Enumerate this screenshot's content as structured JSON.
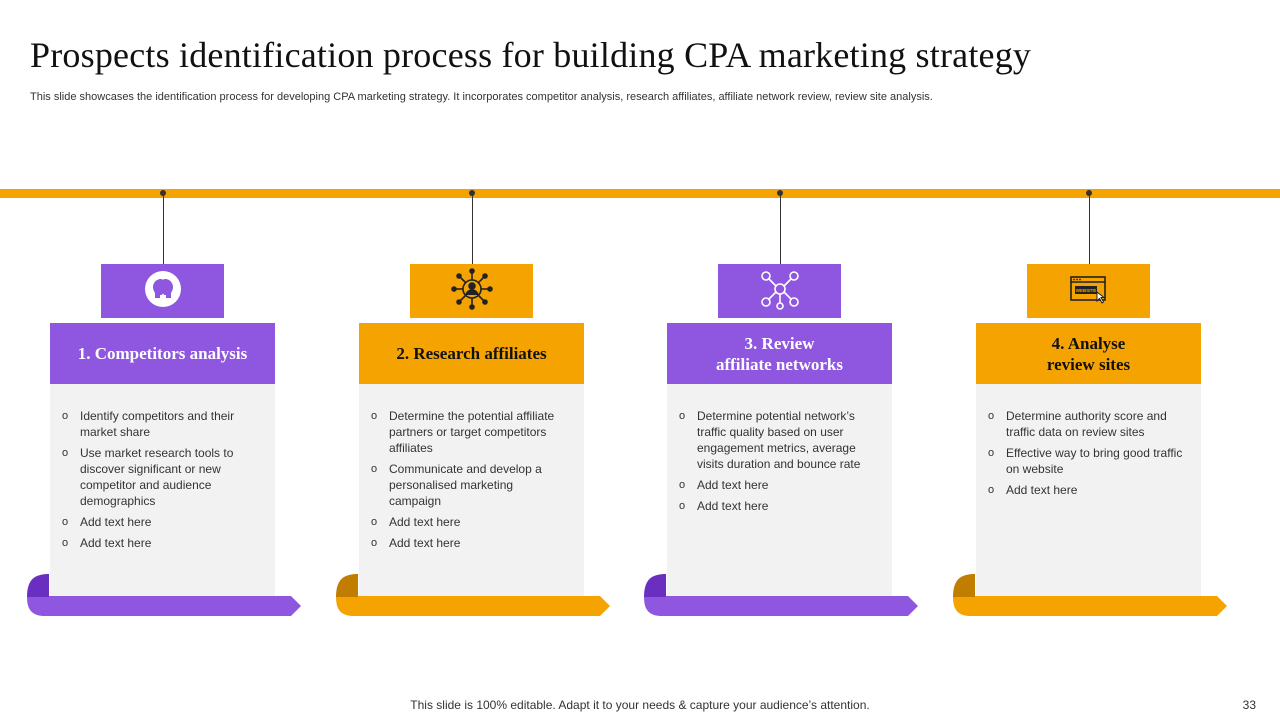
{
  "slide": {
    "title": "Prospects identification process for building CPA marketing strategy",
    "subtitle": "This slide showcases the identification process for developing CPA marketing strategy. It incorporates competitor analysis, research affiliates, affiliate network review, review site analysis.",
    "footer": "This slide is 100% editable. Adapt it to your needs & capture your audience’s attention.",
    "page_number": "33"
  },
  "colors": {
    "purple": "#8f57e0",
    "orange": "#f5a300",
    "body_bg": "#f2f2f2"
  },
  "bullet_glyph": "o",
  "steps": [
    {
      "color": "purple",
      "icon": "two-heads-icon",
      "title_lines": [
        "1. Competitors analysis"
      ],
      "bullets": [
        "Identify competitors and their market share",
        "Use market research tools to discover significant or new competitor and audience demographics",
        "Add text here",
        "Add text here"
      ]
    },
    {
      "color": "orange",
      "icon": "network-person-icon",
      "title_lines": [
        "2. Research affiliates"
      ],
      "bullets": [
        "Determine the potential affiliate partners or target competitors affiliates",
        "Communicate and develop a personalised marketing campaign",
        "Add text here",
        "Add text here"
      ]
    },
    {
      "color": "purple",
      "icon": "affiliate-network-icon",
      "title_lines": [
        "3. Review",
        "affiliate networks"
      ],
      "bullets": [
        "Determine potential network’s traffic quality based on user engagement metrics, average visits duration and bounce rate",
        "Add text here",
        "Add text here"
      ]
    },
    {
      "color": "orange",
      "icon": "website-browser-icon",
      "title_lines": [
        "4. Analyse",
        "review sites"
      ],
      "bullets": [
        "Determine authority score and traffic data on review sites",
        "Effective way to bring good traffic on website",
        "Add text here"
      ]
    }
  ],
  "icon_labels": {
    "website": "WEBSITE"
  }
}
